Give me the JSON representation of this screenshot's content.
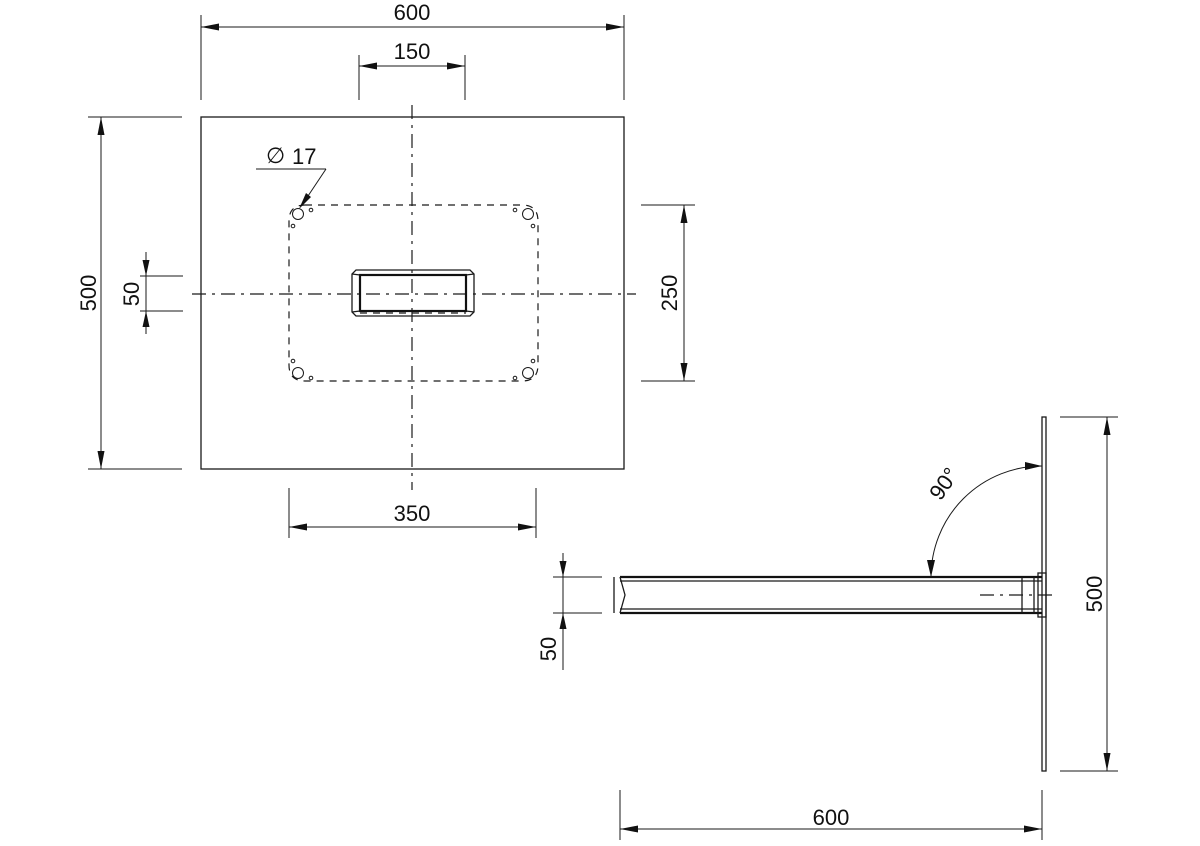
{
  "dimensions": {
    "top_width": "600",
    "bolt_spacing": "150",
    "hole_diameter": "17",
    "diameter_symbol": "∅",
    "plate_height": "500",
    "tube_height_left": "50",
    "hole_pattern_height": "250",
    "hole_pattern_width": "350",
    "angle": "90°",
    "side_plate_height": "500",
    "side_tube_height": "50",
    "side_length": "600"
  }
}
